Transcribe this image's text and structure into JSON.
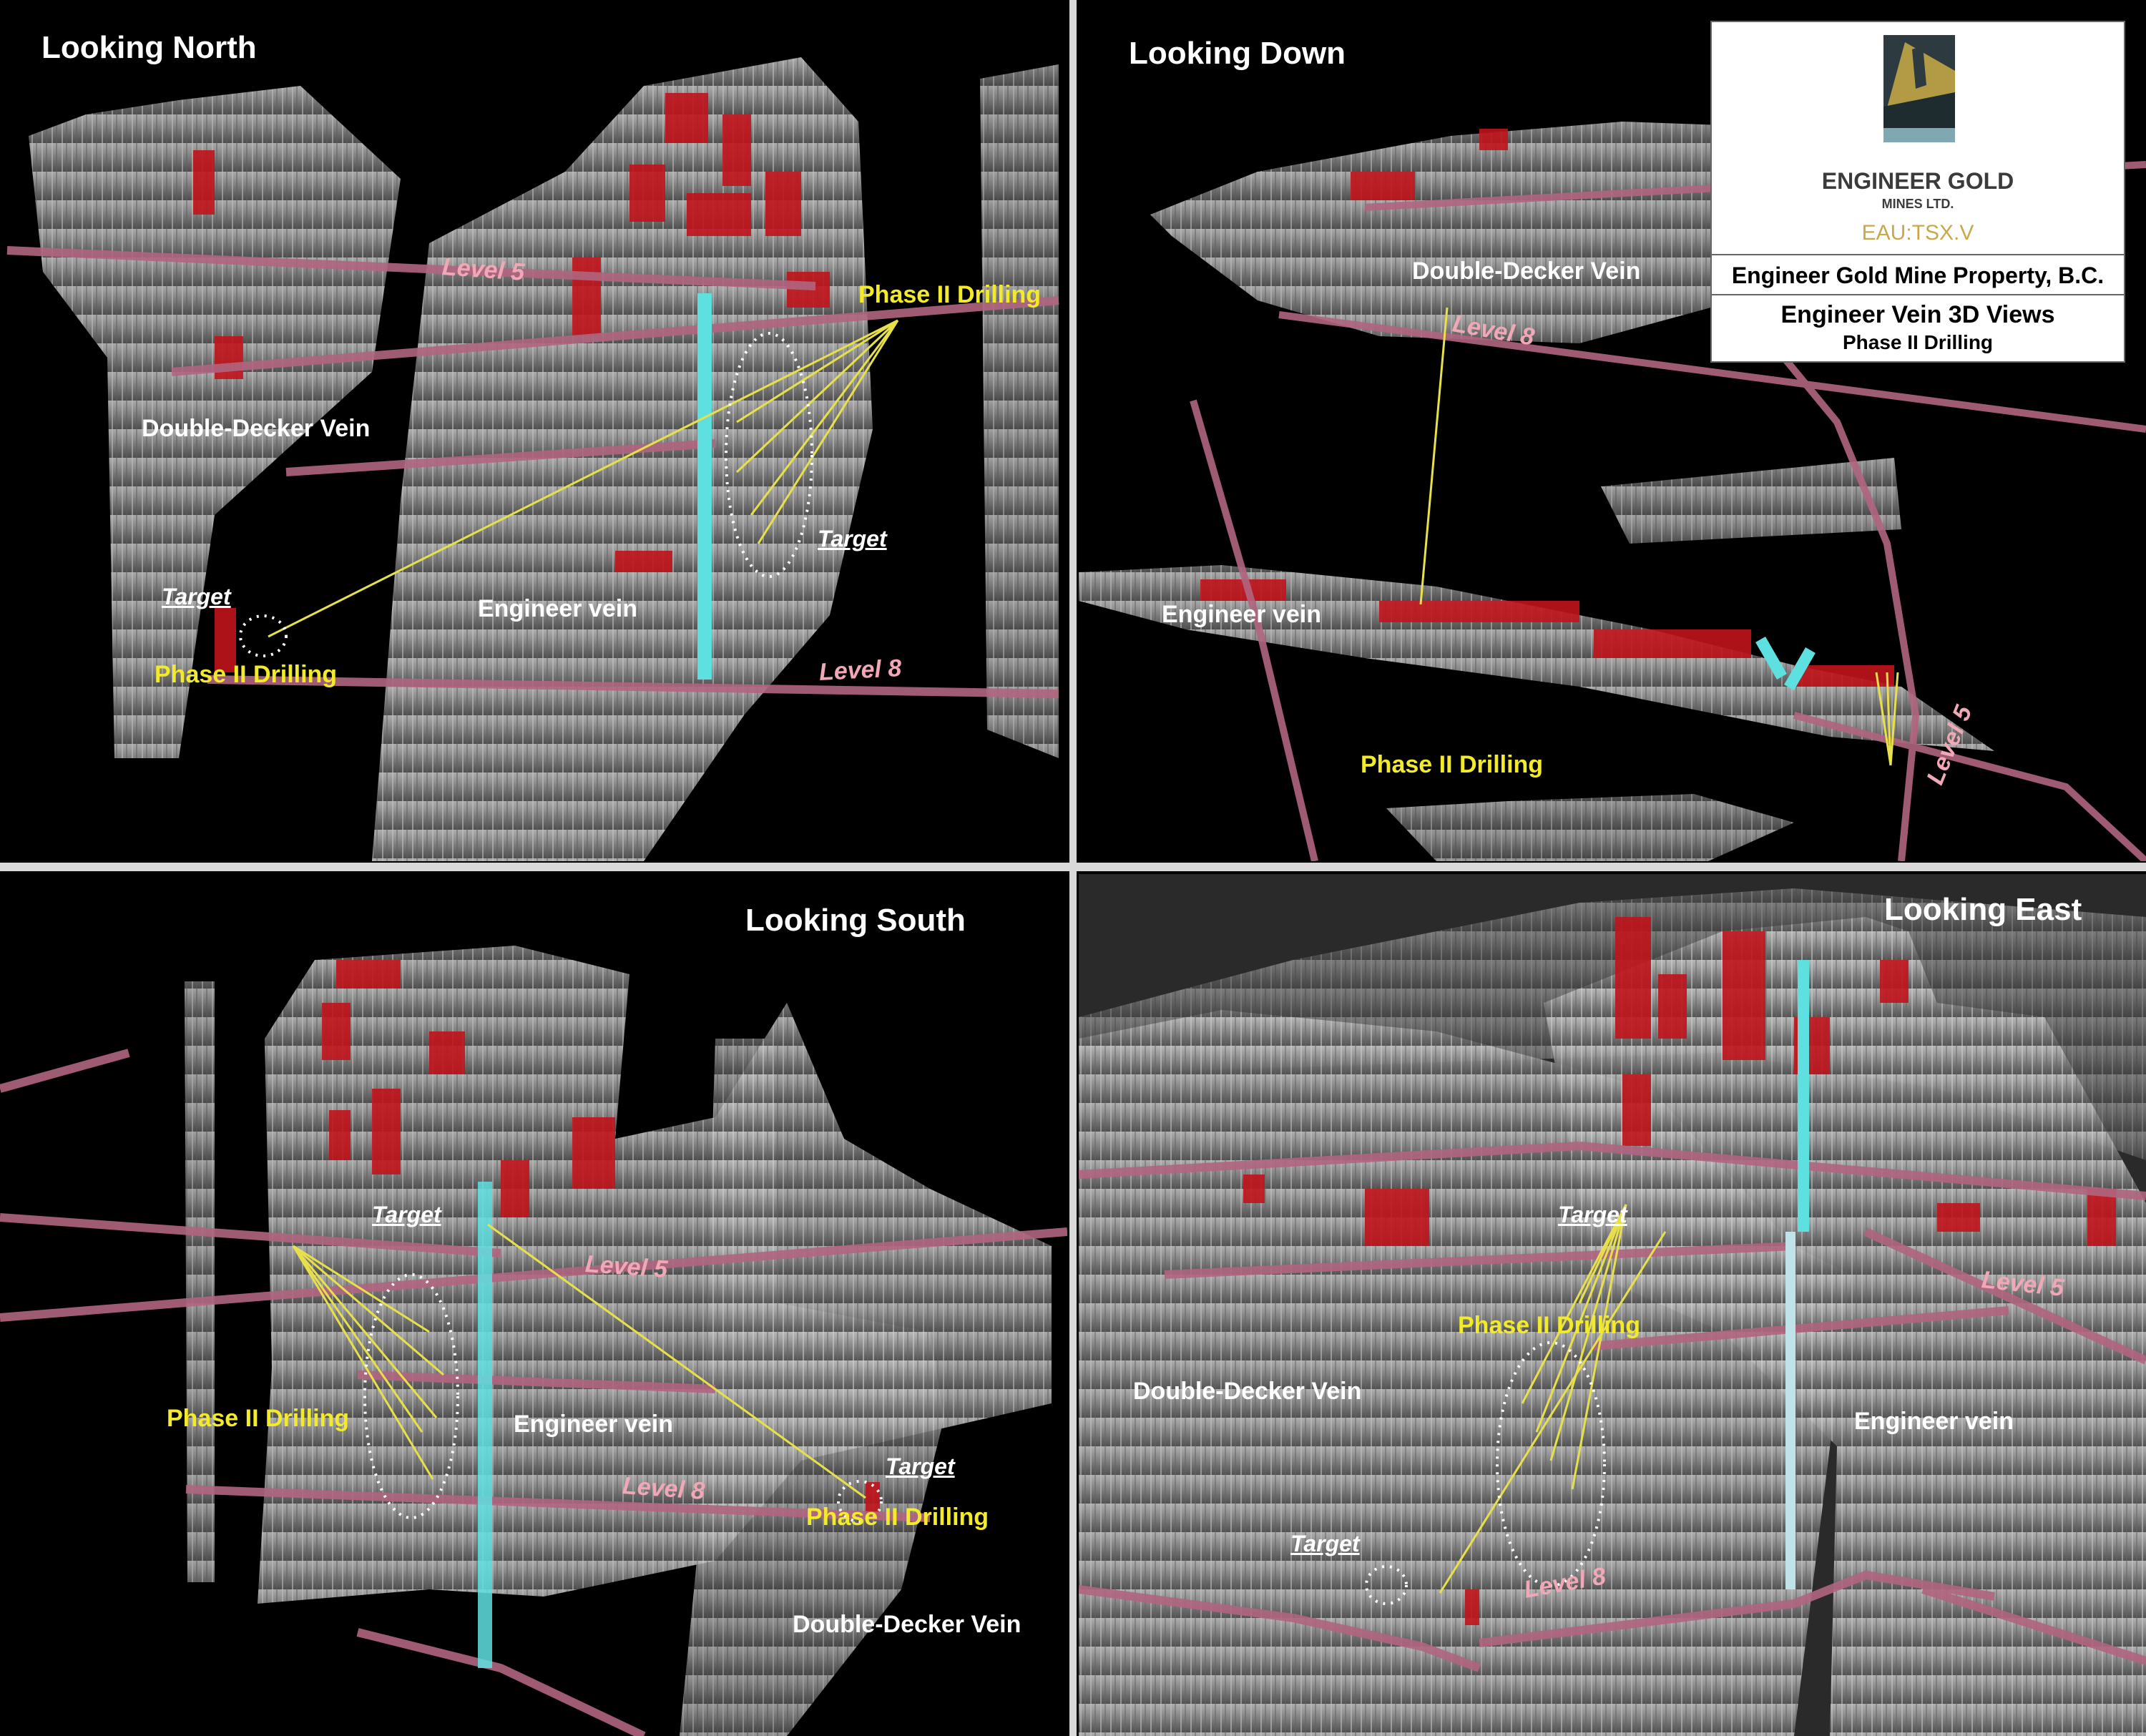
{
  "panels": {
    "north": {
      "title": "Looking North",
      "labels": {
        "level5": "Level 5",
        "level8": "Level 8",
        "drilling_right": "Phase II Drilling",
        "drilling_left": "Phase II Drilling",
        "double_decker": "Double-Decker Vein",
        "engineer": "Engineer vein",
        "target_right": "Target",
        "target_left": "Target"
      }
    },
    "down": {
      "title": "Looking Down",
      "labels": {
        "double_decker": "Double-Decker Vein",
        "level8": "Level 8",
        "engineer": "Engineer vein",
        "drilling": "Phase II Drilling",
        "level5": "Level 5"
      }
    },
    "south": {
      "title": "Looking South",
      "labels": {
        "target_upper": "Target",
        "level5": "Level 5",
        "drilling_left": "Phase II Drilling",
        "engineer": "Engineer vein",
        "level8": "Level 8",
        "target_right": "Target",
        "drilling_right": "Phase II Drilling",
        "double_decker": "Double-Decker Vein"
      }
    },
    "east": {
      "title": "Looking East",
      "labels": {
        "target_upper": "Target",
        "drilling": "Phase II Drilling",
        "level5": "Level 5",
        "double_decker": "Double-Decker Vein",
        "engineer": "Engineer vein",
        "target_lower": "Target",
        "level8": "Level 8"
      }
    }
  },
  "legend": {
    "company_line1": "ENGINEER GOLD",
    "company_line2": "MINES LTD.",
    "ticker": "EAU:TSX.V",
    "property": "Engineer Gold Mine Property, B.C.",
    "views_title": "Engineer Vein 3D Views",
    "views_subtitle": "Phase II Drilling"
  },
  "colors": {
    "background": "#000000",
    "drilling_text": "#f2ea2a",
    "level_text": "#f0a7b6",
    "vein_surface": "#8c8c8c",
    "stope_red": "#c0141c",
    "drift_pink": "#b0657f",
    "drillhole_yellow": "#e8e04a",
    "shaft_cyan": "#5fe0e0",
    "ticker_gold": "#c9a84b"
  }
}
